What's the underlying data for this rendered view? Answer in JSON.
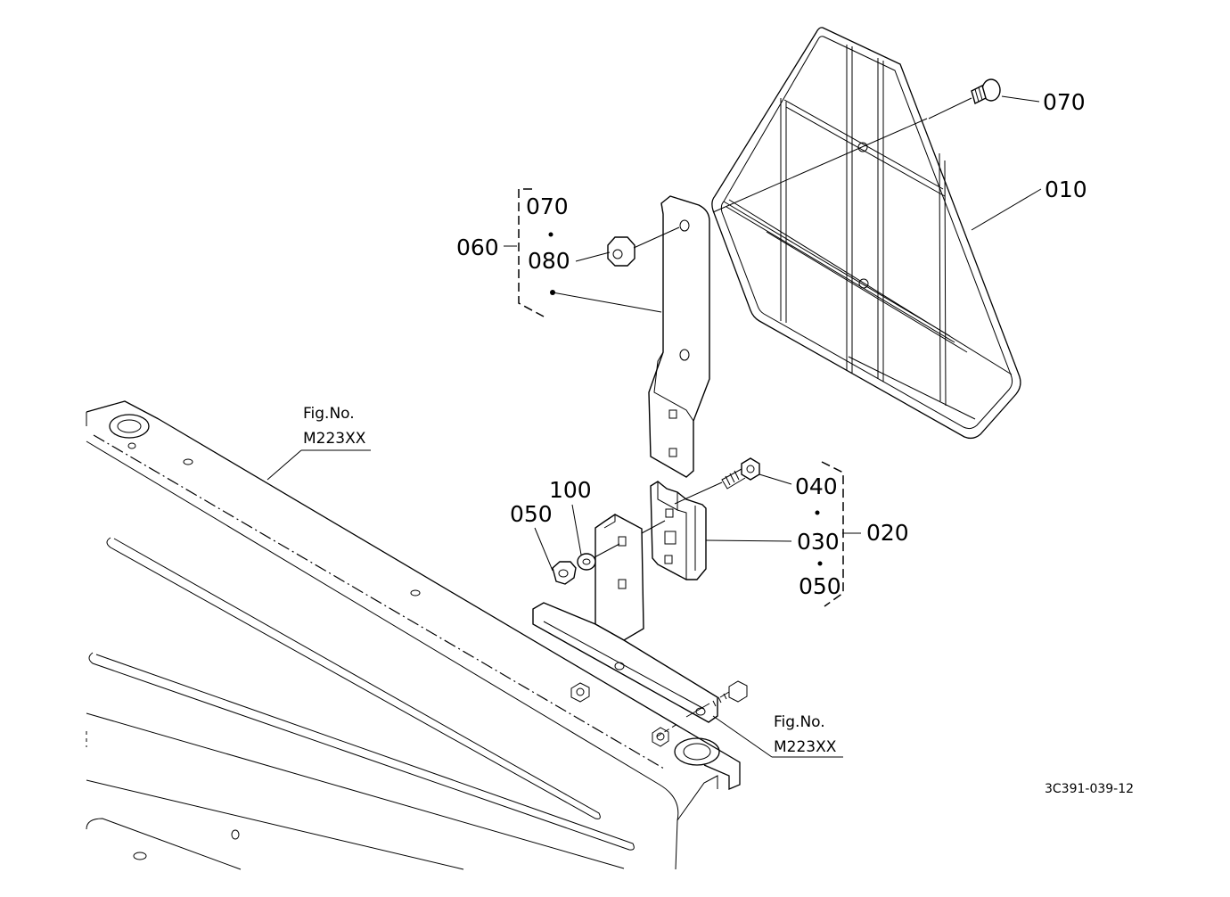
{
  "diagram": {
    "labels": {
      "p010": "010",
      "p020": "020",
      "p030": "030",
      "p040": "040",
      "p050_left": "050",
      "p050_group": "050",
      "p060": "060",
      "p070_top": "070",
      "p070_group": "070",
      "p080": "080",
      "p100": "100"
    },
    "fig_refs": [
      {
        "title": "Fig.No.",
        "number": "M223XX"
      },
      {
        "title": "Fig.No.",
        "number": "M223XX"
      }
    ],
    "drawing_code": "3C391-039-12"
  }
}
